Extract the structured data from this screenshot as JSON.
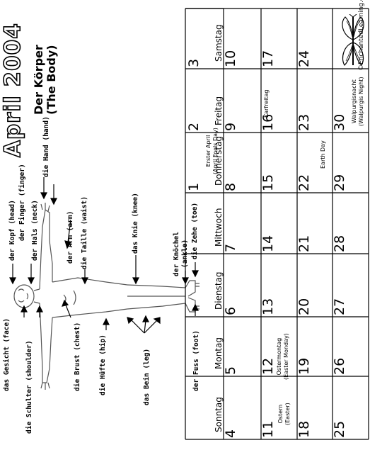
{
  "header": {
    "title": "April 2004",
    "subtitle_line1": "Der Körper",
    "subtitle_line2": "(The Body)",
    "copyright": "©EnchantedLearning.com"
  },
  "body_labels": {
    "face": "das Gesicht (face)",
    "shoulder": "die Schulter (shoulder)",
    "head": "der Kopf (head)",
    "neck": "der Hals (neck)",
    "finger": "der Finger (finger)",
    "hand": "die Hand (hand)",
    "chest": "die Brust (chest)",
    "arm": "der Arm (arm)",
    "waist": "die Taille (waist)",
    "hip": "die Hüfte (hip)",
    "knee": "das Knie (knee)",
    "leg": "das Bein (leg)",
    "ankle_line1": "der Knöchel",
    "ankle_line2": "(ankle)",
    "toe": "die Zehe (toe)",
    "foot": "der Fuss (foot)"
  },
  "calendar": {
    "weekdays": [
      "Sonntag",
      "Montag",
      "Dienstag",
      "Mittwoch",
      "Donnerstag",
      "Freitag",
      "Samstag"
    ],
    "weeks": [
      [
        "",
        "",
        "",
        "",
        "1",
        "2",
        "3"
      ],
      [
        "4",
        "5",
        "6",
        "7",
        "8",
        "9",
        "10"
      ],
      [
        "11",
        "12",
        "13",
        "14",
        "15",
        "16",
        "17"
      ],
      [
        "18",
        "19",
        "20",
        "21",
        "22",
        "23",
        "24"
      ],
      [
        "25",
        "26",
        "27",
        "28",
        "29",
        "30",
        ""
      ]
    ],
    "events": {
      "apr1_line1": "Erster April",
      "apr1_line2": "(April Fools Day)",
      "apr9": "Karfreitag",
      "apr11_line1": "Ostern",
      "apr11_line2": "(Easter)",
      "apr12_line1": "Ostermontag",
      "apr12_line2": "(Easter Monday)",
      "apr22": "Earth Day",
      "apr30_line1": "Walpurgisnacht",
      "apr30_line2": "(Walpurgis Night)"
    }
  }
}
